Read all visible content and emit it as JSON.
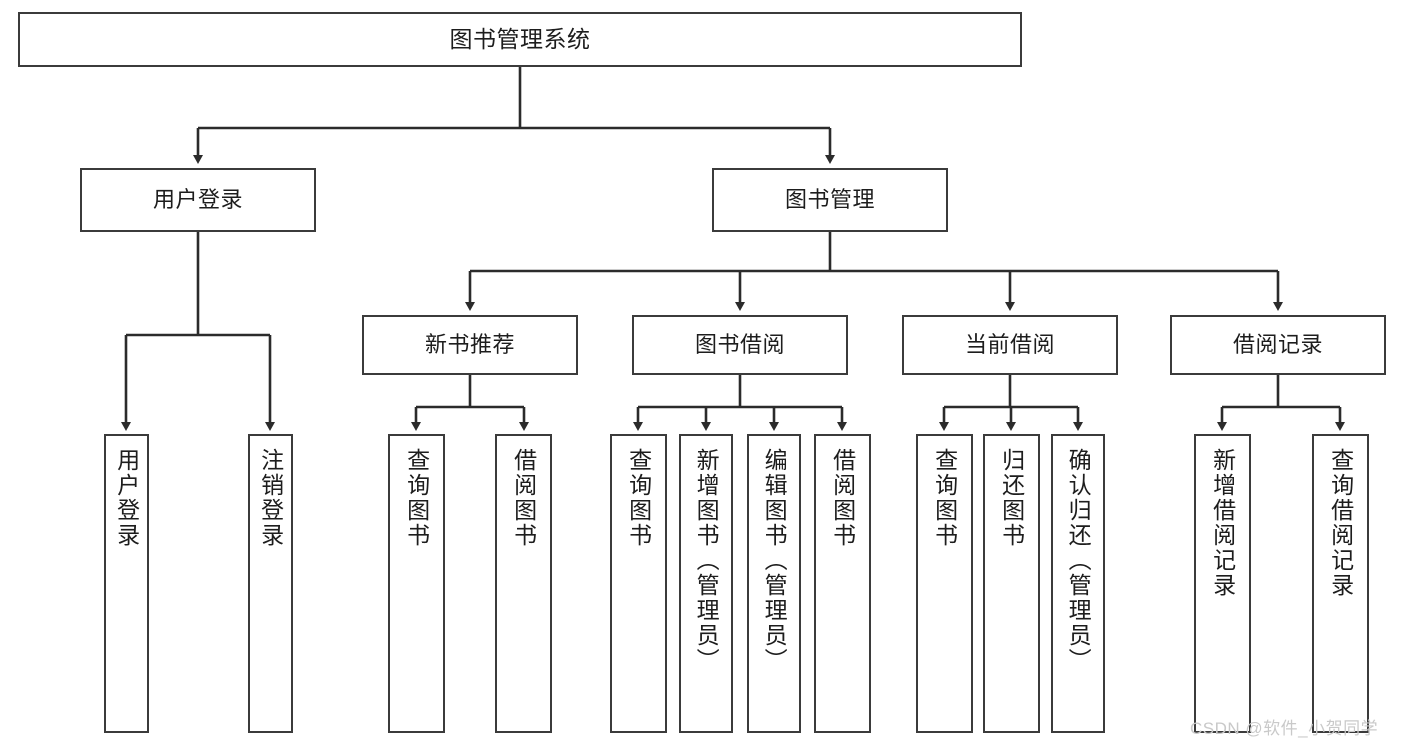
{
  "diagram": {
    "type": "tree-hierarchy",
    "title": "图书管理系统",
    "style": {
      "box_border": "#3b3b3b",
      "box_fill": "#ffffff",
      "line": "#2b2b2b",
      "text": "#1d1d1d",
      "background": "#ffffff"
    },
    "nodes": {
      "root": {
        "label": "图书管理系统"
      },
      "level2": [
        {
          "id": "user-login",
          "label": "用户登录"
        },
        {
          "id": "book-manage",
          "label": "图书管理"
        }
      ],
      "level3": [
        {
          "id": "new-book-recommend",
          "label": "新书推荐"
        },
        {
          "id": "book-borrow",
          "label": "图书借阅"
        },
        {
          "id": "current-borrow",
          "label": "当前借阅"
        },
        {
          "id": "borrow-record",
          "label": "借阅记录"
        }
      ],
      "leaves": {
        "user-login": [
          {
            "id": "leaf-user-login",
            "label": "用户登录"
          },
          {
            "id": "leaf-logout-login",
            "label": "注销登录"
          }
        ],
        "new-book-recommend": [
          {
            "id": "leaf-query-book-1",
            "label": "查询图书"
          },
          {
            "id": "leaf-borrow-book-1",
            "label": "借阅图书"
          }
        ],
        "book-borrow": [
          {
            "id": "leaf-query-book-2",
            "label": "查询图书"
          },
          {
            "id": "leaf-add-book",
            "label": "新增图书（管理员）"
          },
          {
            "id": "leaf-edit-book",
            "label": "编辑图书（管理员）"
          },
          {
            "id": "leaf-borrow-book-2",
            "label": "借阅图书"
          }
        ],
        "current-borrow": [
          {
            "id": "leaf-query-book-3",
            "label": "查询图书"
          },
          {
            "id": "leaf-return-book",
            "label": "归还图书"
          },
          {
            "id": "leaf-confirm-return",
            "label": "确认归还（管理员）"
          }
        ],
        "borrow-record": [
          {
            "id": "leaf-add-record",
            "label": "新增借阅记录"
          },
          {
            "id": "leaf-query-record",
            "label": "查询借阅记录"
          }
        ]
      }
    },
    "watermark": "CSDN @软件_小贺同学"
  }
}
